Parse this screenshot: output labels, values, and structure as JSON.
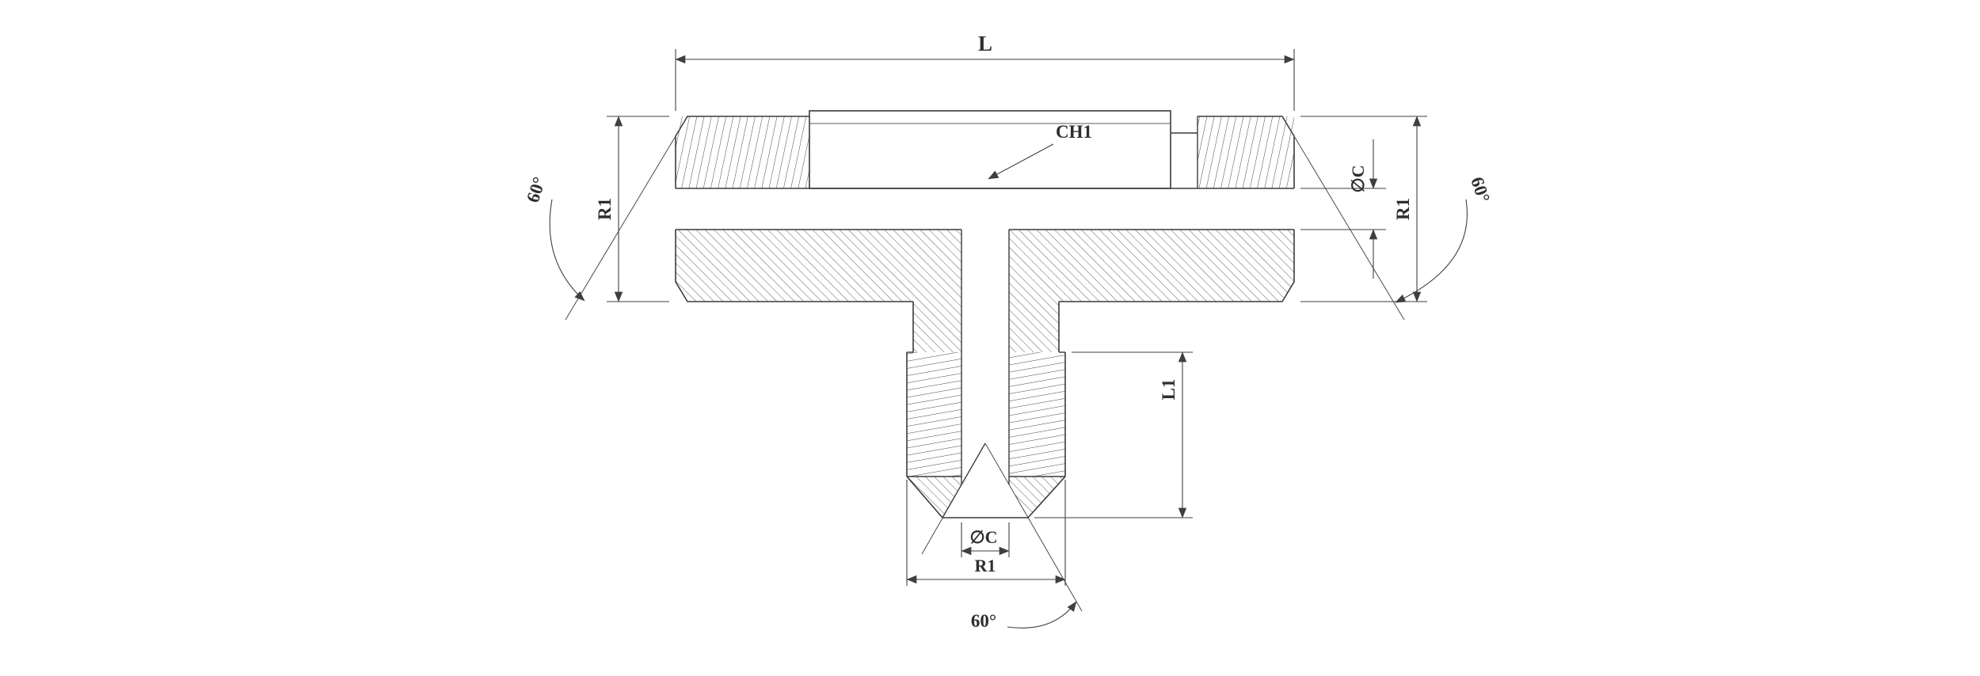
{
  "drawing": {
    "kind": "technical-section-drawing",
    "subject": "male-tee-adapter-fitting",
    "colors": {
      "line": "#3a3a3a",
      "background": "#ffffff",
      "text": "#2e2e2e"
    },
    "dimensions": {
      "overall_length": {
        "label": "L"
      },
      "hex_across_flats": {
        "label": "CH1"
      },
      "left_thread_size": {
        "label": "R1"
      },
      "right_thread_size": {
        "label": "R1"
      },
      "right_bore_diameter": {
        "label": "∅C"
      },
      "branch_length": {
        "label": "L1"
      },
      "branch_bore_diameter": {
        "label": "∅C"
      },
      "branch_thread_size": {
        "label": "R1"
      },
      "left_chamfer_angle": {
        "label": "60°"
      },
      "right_chamfer_angle": {
        "label": "60°"
      },
      "branch_cone_angle": {
        "label": "60°"
      }
    }
  }
}
